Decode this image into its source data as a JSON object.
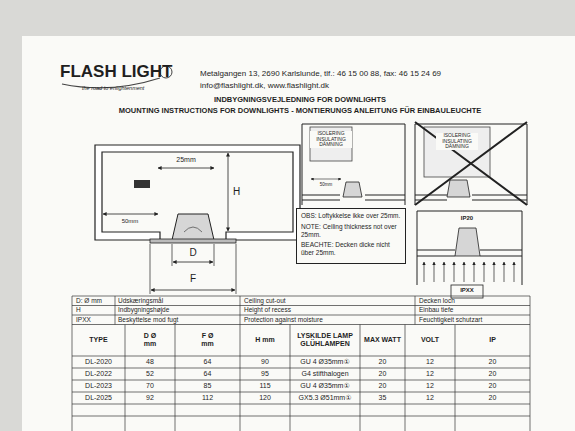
{
  "diagram": {
    "nodes": [
      {
        "text": [
          "OBS: Loftykkelse ikke over 25mm.",
          "NOTE: Ceiling thickness not over 25mm.",
          "BEACHTE: Decken dicke nicht über 25mm."
        ]
      }
    ],
    "labels": [
      "FLASH LIGHT",
      "the road to enlightenment",
      "Metalgangen 13, 2690 Karlslunde, tlf.: 46 15 00 88, fax: 46 15 24 69",
      "info@flashlight.dk, www.flashlight.dk",
      "INDBYGNINGSVEJLEDNING FOR DOWNLIGHTS",
      "MOUNTING INSTRUCTIONS FOR DOWNLIGHTS - MONTIERUNGS ANLEITUNG FÜR EINBAULEUCHTE",
      "25mm",
      "50mm",
      "H",
      "D",
      "F",
      "ISOLERING INSULATING DÄMNING",
      "50mm",
      "ISOLERING INSULATING DÄMNING",
      "IP20",
      "IPXX",
      "D: Ø mm",
      "Udskæringsmål",
      "Ceiling cut-out",
      "Decken loch",
      "H",
      "Indbygningshøjde",
      "Height of recess",
      "Einbau tiefe",
      "IPXX",
      "Beskyttelse mod fugt",
      "Protection against moisture",
      "Feuchtigkeit schutzart",
      "TYPE",
      "D Ø mm",
      "F Ø mm",
      "H mm",
      "LYSKILDE LAMP GLÜHLAMPEN",
      "MAX WATT",
      "VOLT",
      "IP",
      "DL-2020",
      "48",
      "64",
      "90",
      "GU 4 Ø35mm①",
      "20",
      "12",
      "20",
      "DL-2022",
      "52",
      "64",
      "95",
      "G4 stifthalogen",
      "20",
      "12",
      "20",
      "DL-2023",
      "70",
      "85",
      "115",
      "GU 4 Ø35mm①",
      "20",
      "12",
      "20",
      "DL-2025",
      "92",
      "112",
      "120",
      "GX5.3 Ø51mm①",
      "35",
      "12",
      "20"
    ]
  }
}
